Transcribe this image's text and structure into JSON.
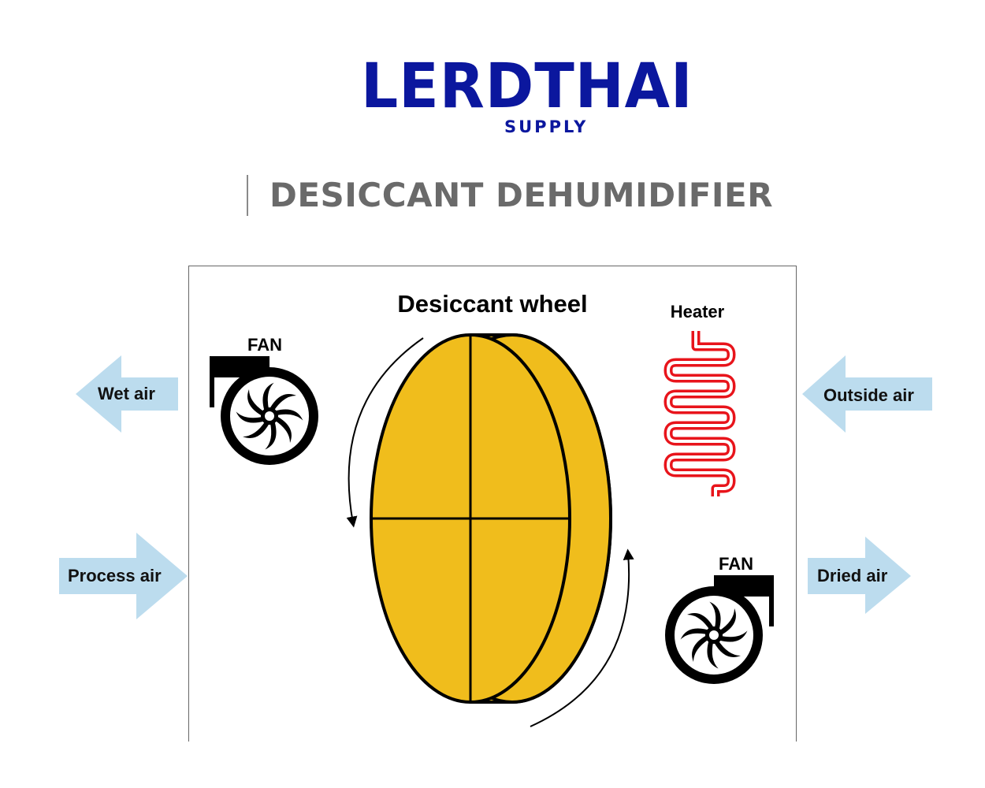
{
  "logo": {
    "main": "LERDTHAI",
    "sub": "SUPPLY"
  },
  "title": "DESICCANT DEHUMIDIFIER",
  "labels": {
    "wheel": "Desiccant wheel",
    "heater": "Heater",
    "fan_top": "FAN",
    "fan_bottom": "FAN"
  },
  "arrows": {
    "wet_air": "Wet air",
    "outside_air": "Outside air",
    "process_air": "Process air",
    "dried_air": "Dried air"
  },
  "colors": {
    "logo_blue": "#0b179e",
    "title_gray": "#6a6a6a",
    "wheel_yellow": "#f0bd1c",
    "heater_red": "#e8141b",
    "arrow_blue": "#bcdcee"
  },
  "icons": [
    "fan-icon",
    "heater-coil-icon",
    "rotation-arrow-icon",
    "air-arrow-icon"
  ]
}
